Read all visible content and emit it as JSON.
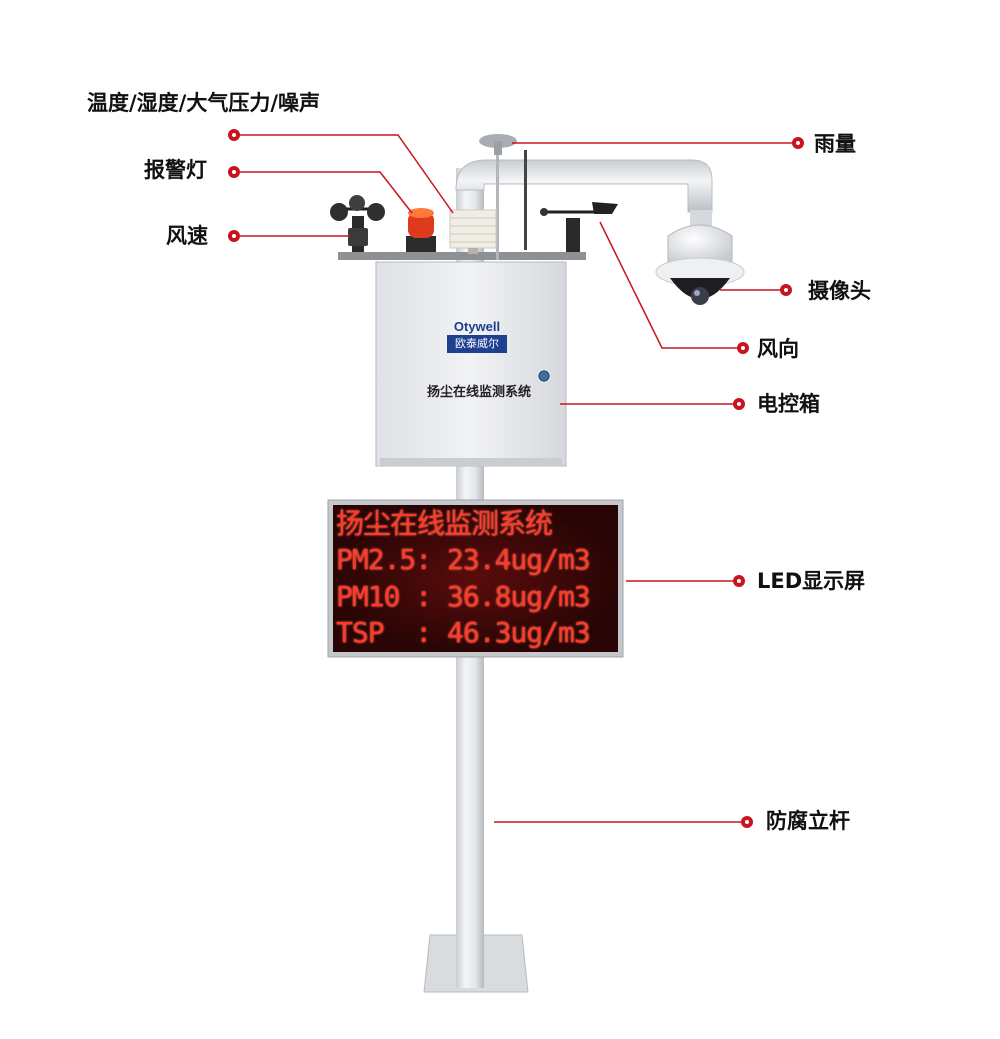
{
  "colors": {
    "accent_red": "#c8141e",
    "led_text": "#ff3a2a",
    "led_bg": "#2a0505"
  },
  "callouts": {
    "temp_humidity": "温度/湿度/大气压力/噪声",
    "alarm_light": "报警灯",
    "wind_speed": "风速",
    "rainfall": "雨量",
    "camera": "摄像头",
    "wind_direction": "风向",
    "control_box": "电控箱",
    "led_display": "LED显示屏",
    "pole": "防腐立杆"
  },
  "control_box": {
    "brand": "Otywell",
    "brand_cn": "欧泰威尔",
    "title": "扬尘在线监测系统"
  },
  "led_screen": {
    "lines": [
      "扬尘在线监测系统",
      "PM2.5: 23.4ug/m3",
      "PM10 : 36.8ug/m3",
      "TSP  : 46.3ug/m3"
    ]
  }
}
